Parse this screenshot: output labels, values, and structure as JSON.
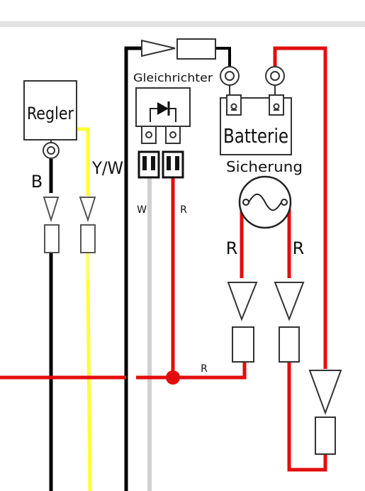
{
  "components": {
    "regulator": "Regler",
    "rectifier": "Gleichrichter",
    "battery": "Batterie",
    "fuse": "Sicherung"
  },
  "wires": {
    "black": "B",
    "yellow_white": "Y/W",
    "white": "W",
    "red_rectifier": "R",
    "red_fuse_left": "R",
    "red_fuse_right": "R",
    "red_bottom": "R"
  },
  "colors": {
    "red": "#e30d0d",
    "black": "#000000",
    "yellow": "#ffff33",
    "white_wire": "#cfcfcf"
  }
}
